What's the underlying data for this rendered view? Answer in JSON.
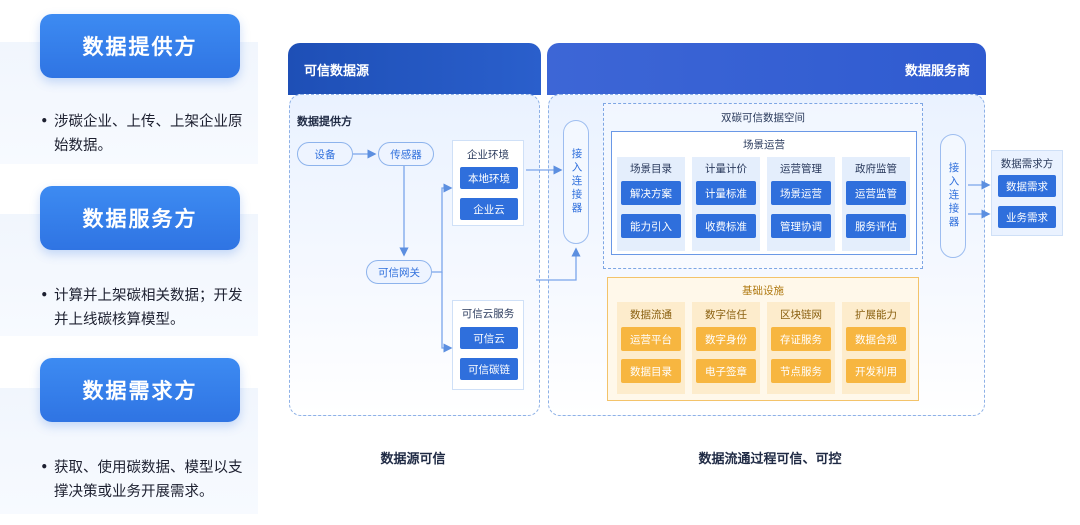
{
  "roles": [
    {
      "title": "数据提供方",
      "desc": "涉碳企业、上传、上架企业原始数据。"
    },
    {
      "title": "数据服务方",
      "desc": "计算并上架碳相关数据；开发并上线碳核算模型。"
    },
    {
      "title": "数据需求方",
      "desc": "获取、使用碳数据、模型以支撑决策或业务开展需求。"
    }
  ],
  "left_panel": {
    "header": "可信数据源",
    "provider_label": "数据提供方",
    "device": "设备",
    "sensor": "传感器",
    "gateway": "可信网关",
    "enterprise": {
      "title": "企业环境",
      "items": [
        "本地环境",
        "企业云"
      ]
    },
    "cloud": {
      "title": "可信云服务",
      "items": [
        "可信云",
        "可信碳链"
      ]
    }
  },
  "right_panel": {
    "header": "数据服务商",
    "connector": "接入连接器",
    "space_title": "双碳可信数据空间",
    "scene": {
      "title": "场景运营",
      "columns": [
        {
          "title": "场景目录",
          "items": [
            "解决方案",
            "能力引入"
          ]
        },
        {
          "title": "计量计价",
          "items": [
            "计量标准",
            "收费标准"
          ]
        },
        {
          "title": "运营管理",
          "items": [
            "场景运营",
            "管理协调"
          ]
        },
        {
          "title": "政府监管",
          "items": [
            "运营监管",
            "服务评估"
          ]
        }
      ]
    },
    "infra": {
      "title": "基础设施",
      "columns": [
        {
          "title": "数据流通",
          "items": [
            "运营平台",
            "数据目录"
          ]
        },
        {
          "title": "数字信任",
          "items": [
            "数字身份",
            "电子签章"
          ]
        },
        {
          "title": "区块链网",
          "items": [
            "存证服务",
            "节点服务"
          ]
        },
        {
          "title": "扩展能力",
          "items": [
            "数据合规",
            "开发利用"
          ]
        }
      ]
    }
  },
  "demand": {
    "title": "数据需求方",
    "items": [
      "数据需求",
      "业务需求"
    ]
  },
  "captions": {
    "left": "数据源可信",
    "right": "数据流通过程可信、可控"
  },
  "colors": {
    "primary": "#2f6fdc",
    "header_dark": "#1f4fb8",
    "gold": "#f7b640",
    "border": "#8eb1e6"
  }
}
